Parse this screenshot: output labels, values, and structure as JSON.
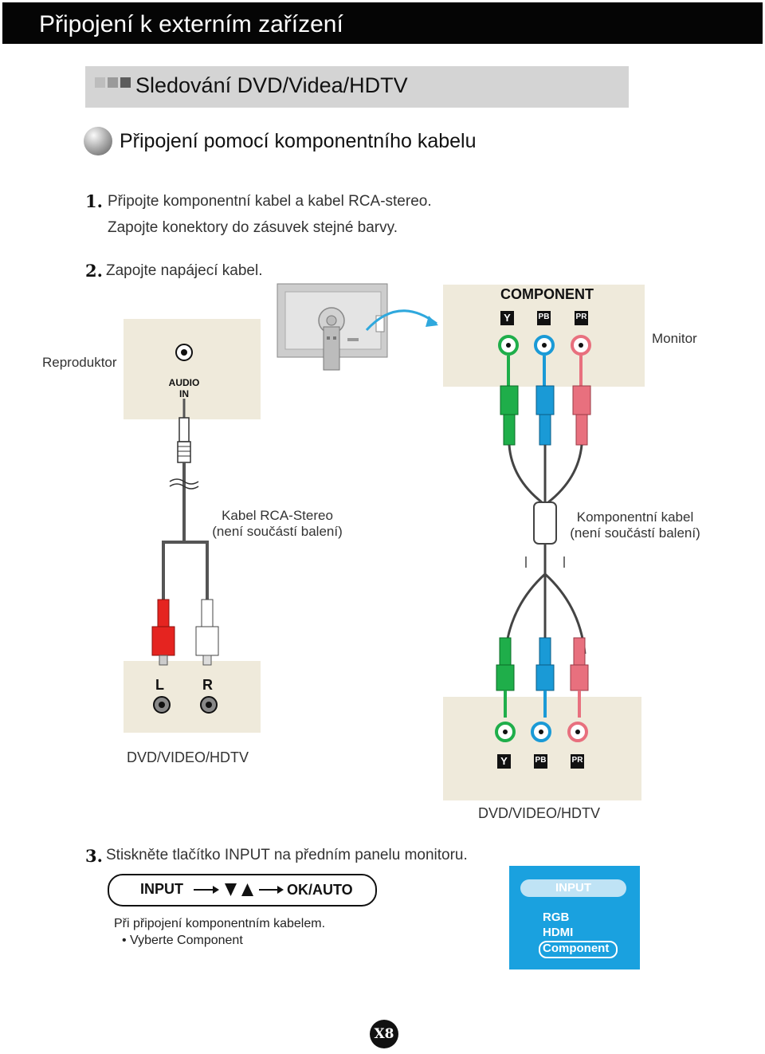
{
  "header": {
    "title": "Připojení k externím zařízení"
  },
  "section": {
    "title": "Sledování DVD/Videa/HDTV"
  },
  "subsection": {
    "title": "Připojení pomocí komponentního kabelu"
  },
  "steps": [
    {
      "number": "1.",
      "lines": [
        "Připojte komponentní kabel a kabel RCA-stereo.",
        "Zapojte konektory do zásuvek stejné barvy."
      ]
    },
    {
      "number": "2.",
      "lines": [
        "Zapojte napájecí kabel."
      ]
    },
    {
      "number": "3.",
      "lines": [
        "Stiskněte tlačítko INPUT na předním panelu monitoru."
      ]
    }
  ],
  "diagram": {
    "speaker_label": "Reproduktor",
    "audio_in_label": [
      "AUDIO",
      "IN"
    ],
    "monitor_label": "Monitor",
    "component_label": "COMPONENT",
    "port_labels": [
      "Y",
      "PB",
      "PR"
    ],
    "rca_cable_label": [
      "Kabel RCA-Stereo",
      "(není součástí balení)"
    ],
    "component_cable_label": [
      "Komponentní kabel",
      "(není součástí balení)"
    ],
    "left_right": [
      "L",
      "R"
    ],
    "dvd_label_left": "DVD/VIDEO/HDTV",
    "dvd_label_right": "DVD/VIDEO/HDTV",
    "colors": {
      "green": "#1fae4a",
      "blue": "#1a9ad6",
      "red": "#e8707e",
      "audio_red": "#e52420",
      "panel": "#efeadb"
    }
  },
  "input_sequence": {
    "input": "INPUT",
    "arrow_icons": [
      "arrow-right-icon",
      "down-up-triangle-icon",
      "arrow-right-icon"
    ],
    "ok": "OK/AUTO"
  },
  "note": {
    "line1": "Při připojení komponentním kabelem.",
    "line2": "• Vyberte Component"
  },
  "osd": {
    "title": "INPUT",
    "items": [
      "RGB",
      "HDMI",
      "Component"
    ],
    "selected": "Component"
  },
  "page": {
    "number": "X8"
  }
}
